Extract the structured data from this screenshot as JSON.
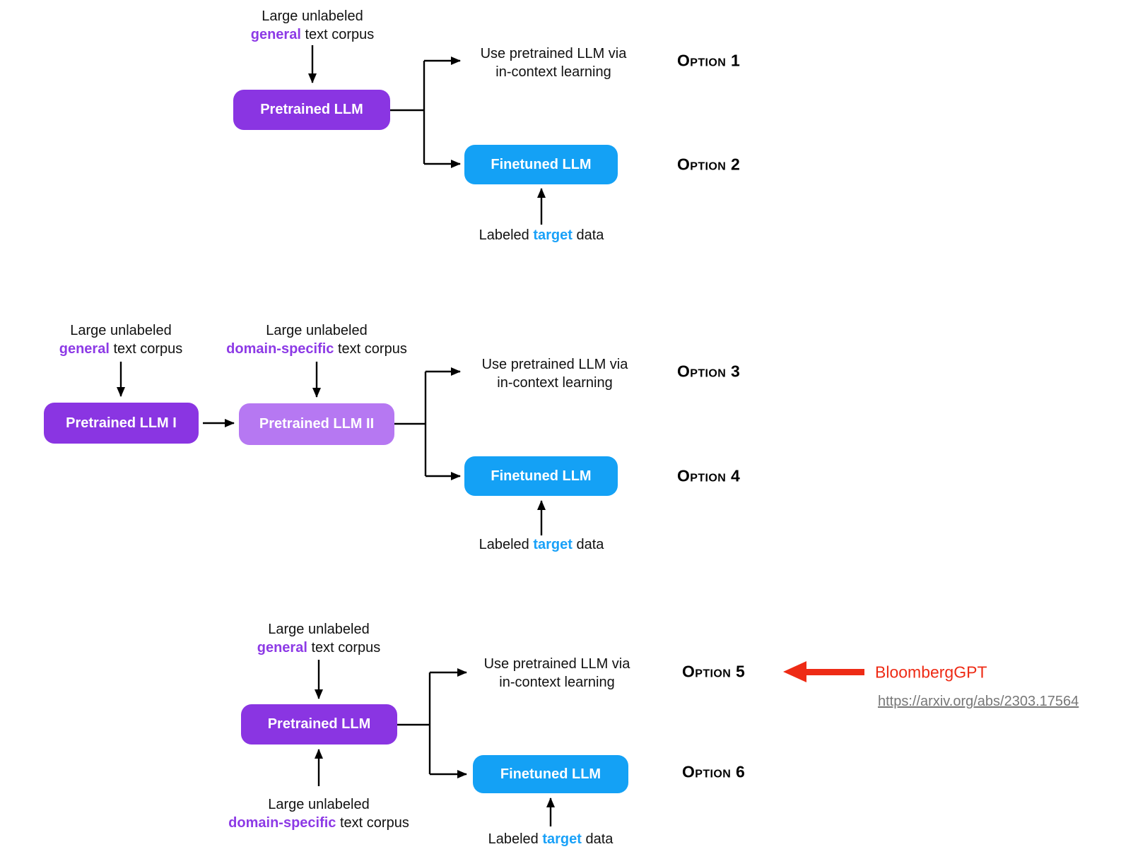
{
  "colors": {
    "purple_box": "#8a35e2",
    "light_purple_box": "#b678f2",
    "blue_box": "#14a1f5",
    "purple_text": "#8d3ae6",
    "blue_text": "#19a1f8",
    "red": "#ee2b15",
    "link_gray": "#777777"
  },
  "common": {
    "corpus_line1": "Large unlabeled",
    "general": "general",
    "domain_specific": "domain-specific",
    "corpus_suffix": " text corpus",
    "icl_line1": "Use pretrained LLM via",
    "icl_line2": "in-context learning",
    "labeled_prefix": "Labeled ",
    "target": "target",
    "labeled_suffix": " data"
  },
  "boxes": {
    "pretrained": "Pretrained LLM",
    "pretrained_i": "Pretrained LLM I",
    "pretrained_ii": "Pretrained LLM II",
    "finetuned": "Finetuned LLM"
  },
  "options": {
    "option1": "Option 1",
    "option2": "Option 2",
    "option3": "Option 3",
    "option4": "Option 4",
    "option5": "Option 5",
    "option6": "Option 6"
  },
  "annotation": {
    "label": "BloombergGPT",
    "link": "https://arxiv.org/abs/2303.17564"
  }
}
